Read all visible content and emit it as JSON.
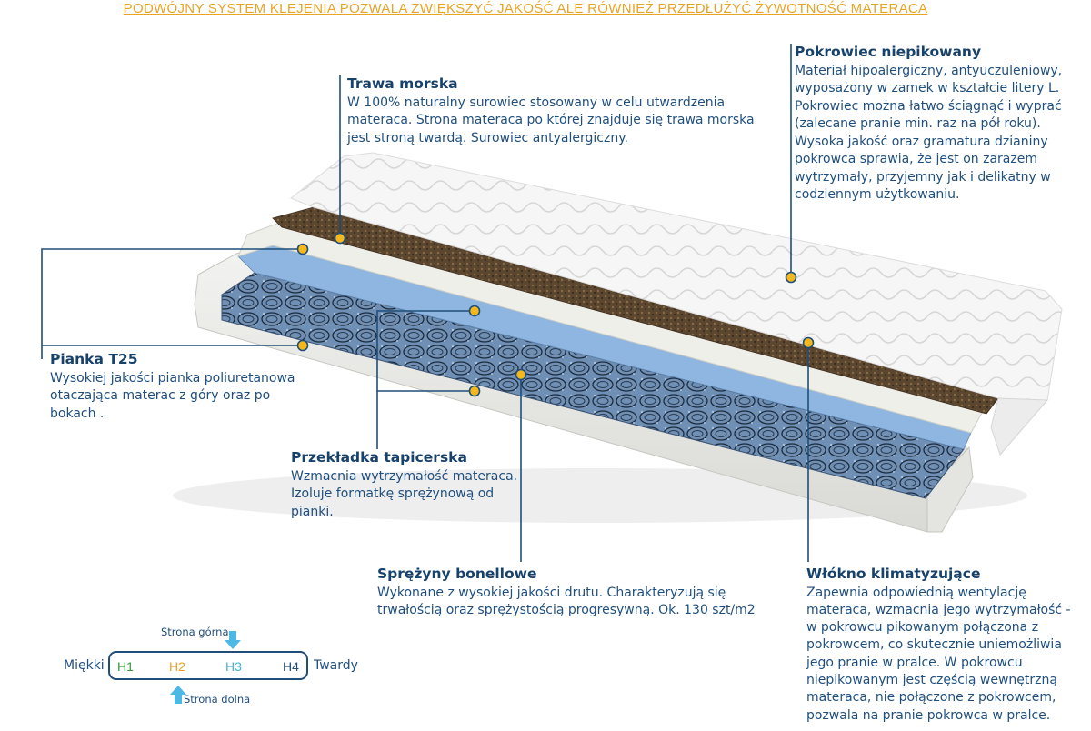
{
  "banner": "PODWÓJNY SYSTEM KLEJENIA POZWALA ZWIĘKSZYĆ JAKOŚĆ ALE RÓWNIEŻ PRZEDŁUŻYĆ ŻYWOTNOŚĆ MATERACA",
  "callouts": {
    "trawa": {
      "title": "Trawa morska",
      "text": "W 100% naturalny surowiec stosowany w celu utwardzenia\nmateraca. Strona materaca po której znajduje się trawa morska\njest stroną twardą. Surowiec antyalergiczny."
    },
    "pokrowiec": {
      "title": "Pokrowiec  niepikowany",
      "text": "Materiał hipoalergiczny, antyuczuleniowy,\nwyposażony w zamek w kształcie litery L.\nPokrowiec można łatwo ściągnąć i wyprać\n(zalecane pranie min.  raz na pół roku).\nWysoka jakość oraz gramatura dzianiny\npokrowca sprawia, że jest on zarazem\nwytrzymały, przyjemny jak i delikatny w\ncodziennym użytkowaniu."
    },
    "pianka": {
      "title": "Pianka T25",
      "text": "Wysokiej jakości pianka poliuretanowa\notaczająca materac z góry oraz po\nbokach ."
    },
    "przekladka": {
      "title": "Przekładka tapicerska",
      "text": "Wzmacnia wytrzymałość materaca.\nIzoluje formatkę sprężynową od\npianki."
    },
    "sprezyny": {
      "title": "Sprężyny bonellowe",
      "text": "Wykonane z wysokiej jakości drutu. Charakteryzują się\ntrwałością oraz sprężystością progresywną. Ok. 130 szt/m2"
    },
    "wlokno": {
      "title": "Włókno klimatyzujące",
      "text": "Zapewnia odpowiednią wentylację\nmateraca, wzmacnia jego wytrzymałość -\nw pokrowcu pikowanym połączona z\npokrowcem, co skutecznie uniemożliwia\njego pranie w pralce. W pokrowcu\nniepikowanym jest częścią wewnętrzną\nmateraca, nie połączone z pokrowcem,\npozwala na pranie pokrowca w pralce."
    }
  },
  "scale": {
    "soft": "Miękki",
    "hard": "Twardy",
    "top_side": "Strona górna",
    "bottom_side": "Strona dolna",
    "levels": [
      {
        "label": "H1",
        "color": "#2e9b3a"
      },
      {
        "label": "H2",
        "color": "#f0a020"
      },
      {
        "label": "H3",
        "color": "#39b6d8"
      },
      {
        "label": "H4",
        "color": "#1f4e79"
      }
    ],
    "arrow_color": "#4bb8e6"
  },
  "colors": {
    "leader": "#1f4e79",
    "dot": "#f4b81c"
  }
}
